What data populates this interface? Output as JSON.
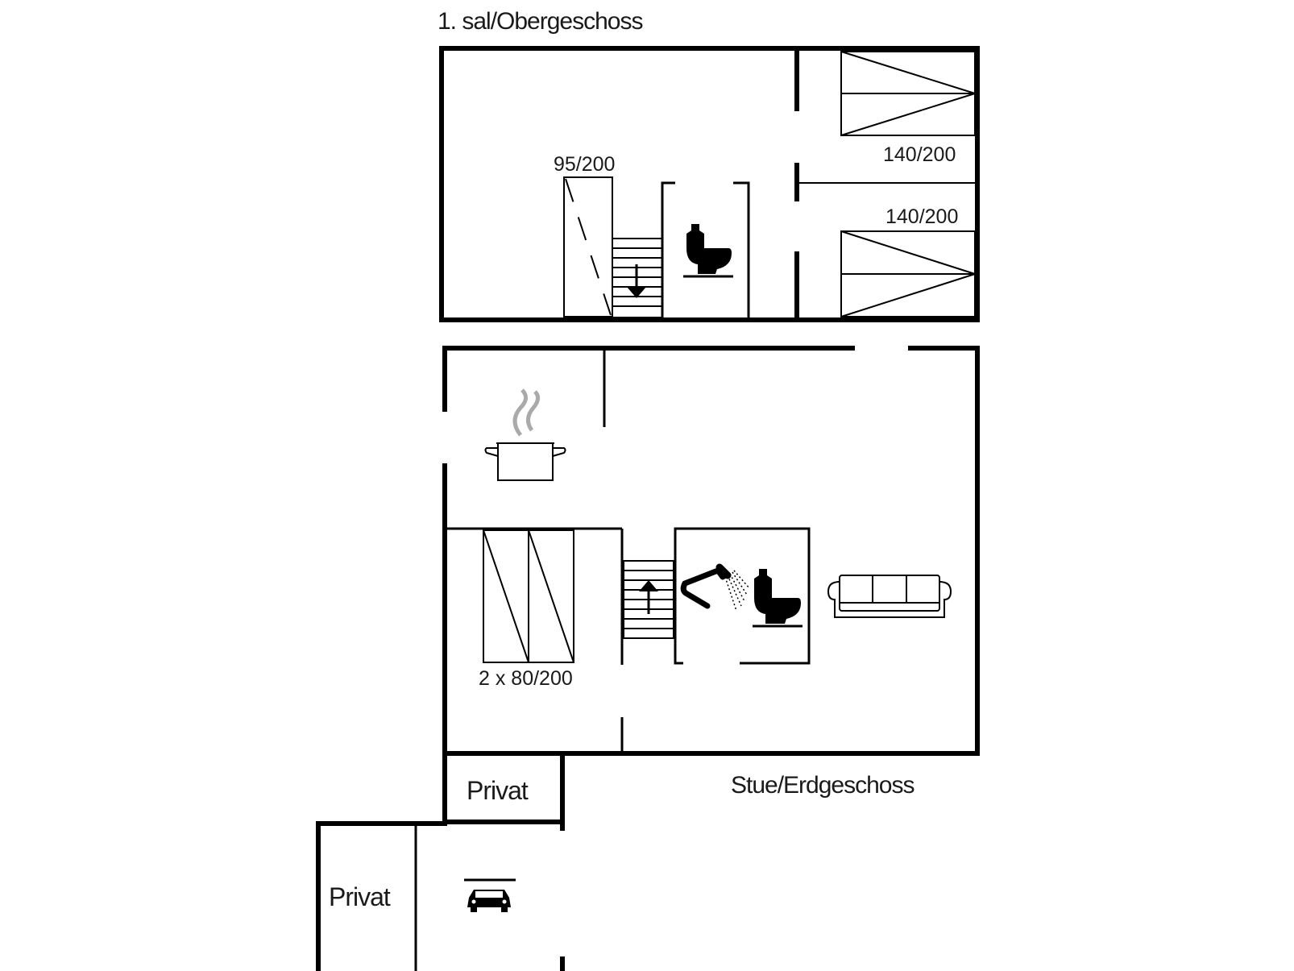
{
  "floors": {
    "upper": {
      "title": "1. sal/Obergeschoss"
    },
    "ground": {
      "title": "Stue/Erdgeschoss"
    }
  },
  "beds": {
    "single_upper": "95/200",
    "double_top": "140/200",
    "double_bottom": "140/200",
    "ground_twin": "2 x 80/200"
  },
  "rooms": {
    "private_upper": "Privat",
    "private_lower": "Privat"
  },
  "icons": [
    "toilet-icon",
    "stairs-down-icon",
    "stairs-up-icon",
    "cooking-pot-icon",
    "shower-icon",
    "sofa-icon",
    "car-garage-icon"
  ]
}
